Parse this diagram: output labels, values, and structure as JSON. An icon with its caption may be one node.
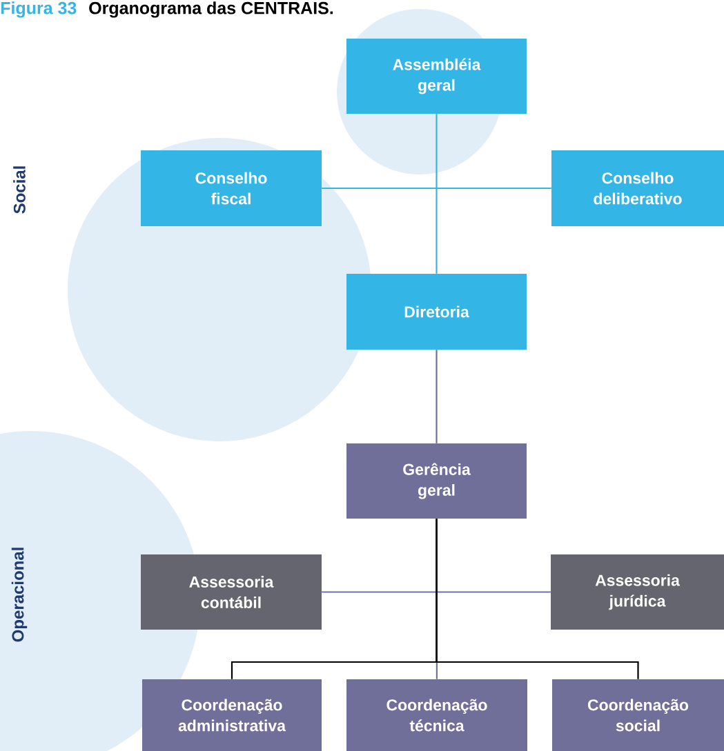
{
  "diagram": {
    "title": "Organograma das CENTRAIS.",
    "nodes": [
      {
        "text": [
          "Assembléia geral"
        ]
      },
      {
        "text": [
          "Conselho fiscal"
        ]
      },
      {
        "text": [
          "Conselho deliberativo"
        ]
      },
      {
        "text": [
          "Diretoria"
        ]
      },
      {
        "text": [
          "Gerência geral"
        ]
      },
      {
        "text": [
          "Assessoria contábil"
        ]
      },
      {
        "text": [
          "Assessoria jurídica"
        ]
      },
      {
        "text": [
          "Coordenação administrativa"
        ]
      },
      {
        "text": [
          "Coordenação técnica"
        ]
      },
      {
        "text": [
          "Coordenação social"
        ]
      }
    ],
    "edges": [
      {
        "from": 0,
        "to": 3,
        "arrow": "none",
        "color": "#33b5e5"
      },
      {
        "from": 1,
        "to": 2,
        "arrow": "none",
        "color": "#33b5e5"
      },
      {
        "from": 3,
        "to": 4,
        "arrow": "none"
      },
      {
        "from": 5,
        "to": 6,
        "arrow": "none"
      },
      {
        "from": 4,
        "to": 8,
        "arrow": "none"
      },
      {
        "from": 4,
        "to": 7,
        "arrow": "none",
        "color": "#000000"
      },
      {
        "from": 4,
        "to": 9,
        "arrow": "none",
        "color": "#000000"
      }
    ],
    "labels": [
      "Figura 33",
      "Social",
      "Operacional"
    ]
  }
}
